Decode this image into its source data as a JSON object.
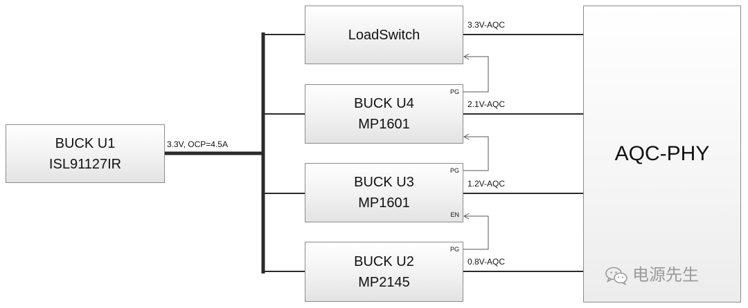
{
  "source": {
    "line1": "BUCK U1",
    "line2": "ISL91127IR",
    "output_label": "3.3V, OCP=4.5A"
  },
  "loadswitch": {
    "label": "LoadSwitch",
    "output_label": "3.3V-AQC"
  },
  "buck_u4": {
    "line1": "BUCK U4",
    "line2": "MP1601",
    "pin_top": "PG",
    "output_label": "2.1V-AQC"
  },
  "buck_u3": {
    "line1": "BUCK U3",
    "line2": "MP1601",
    "pin_top": "PG",
    "pin_bottom": "EN",
    "output_label": "1.2V-AQC"
  },
  "buck_u2": {
    "line1": "BUCK U2",
    "line2": "MP2145",
    "pin_top": "PG",
    "output_label": "0.8V-AQC"
  },
  "phy": {
    "label": "AQC-PHY"
  },
  "watermark": {
    "text": "电源先生",
    "icon": "wechat-icon"
  }
}
